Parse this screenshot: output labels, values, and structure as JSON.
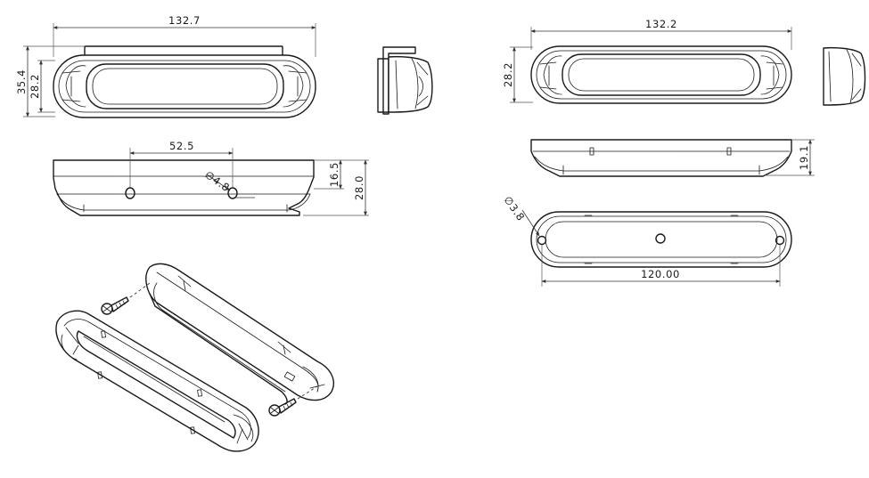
{
  "dimensions": {
    "front_width_a": "132.7",
    "front_height_outer": "35.4",
    "front_height_inner": "28.2",
    "hole_spacing": "52.5",
    "hole_diameter_a": "4.8",
    "side_height_short": "16.5",
    "side_height_total": "28.0",
    "front_width_b": "132.2",
    "front_height_b": "28.2",
    "side_height_b": "19.1",
    "hole_diameter_b": "3.8",
    "hole_spacing_b": "120.00"
  }
}
